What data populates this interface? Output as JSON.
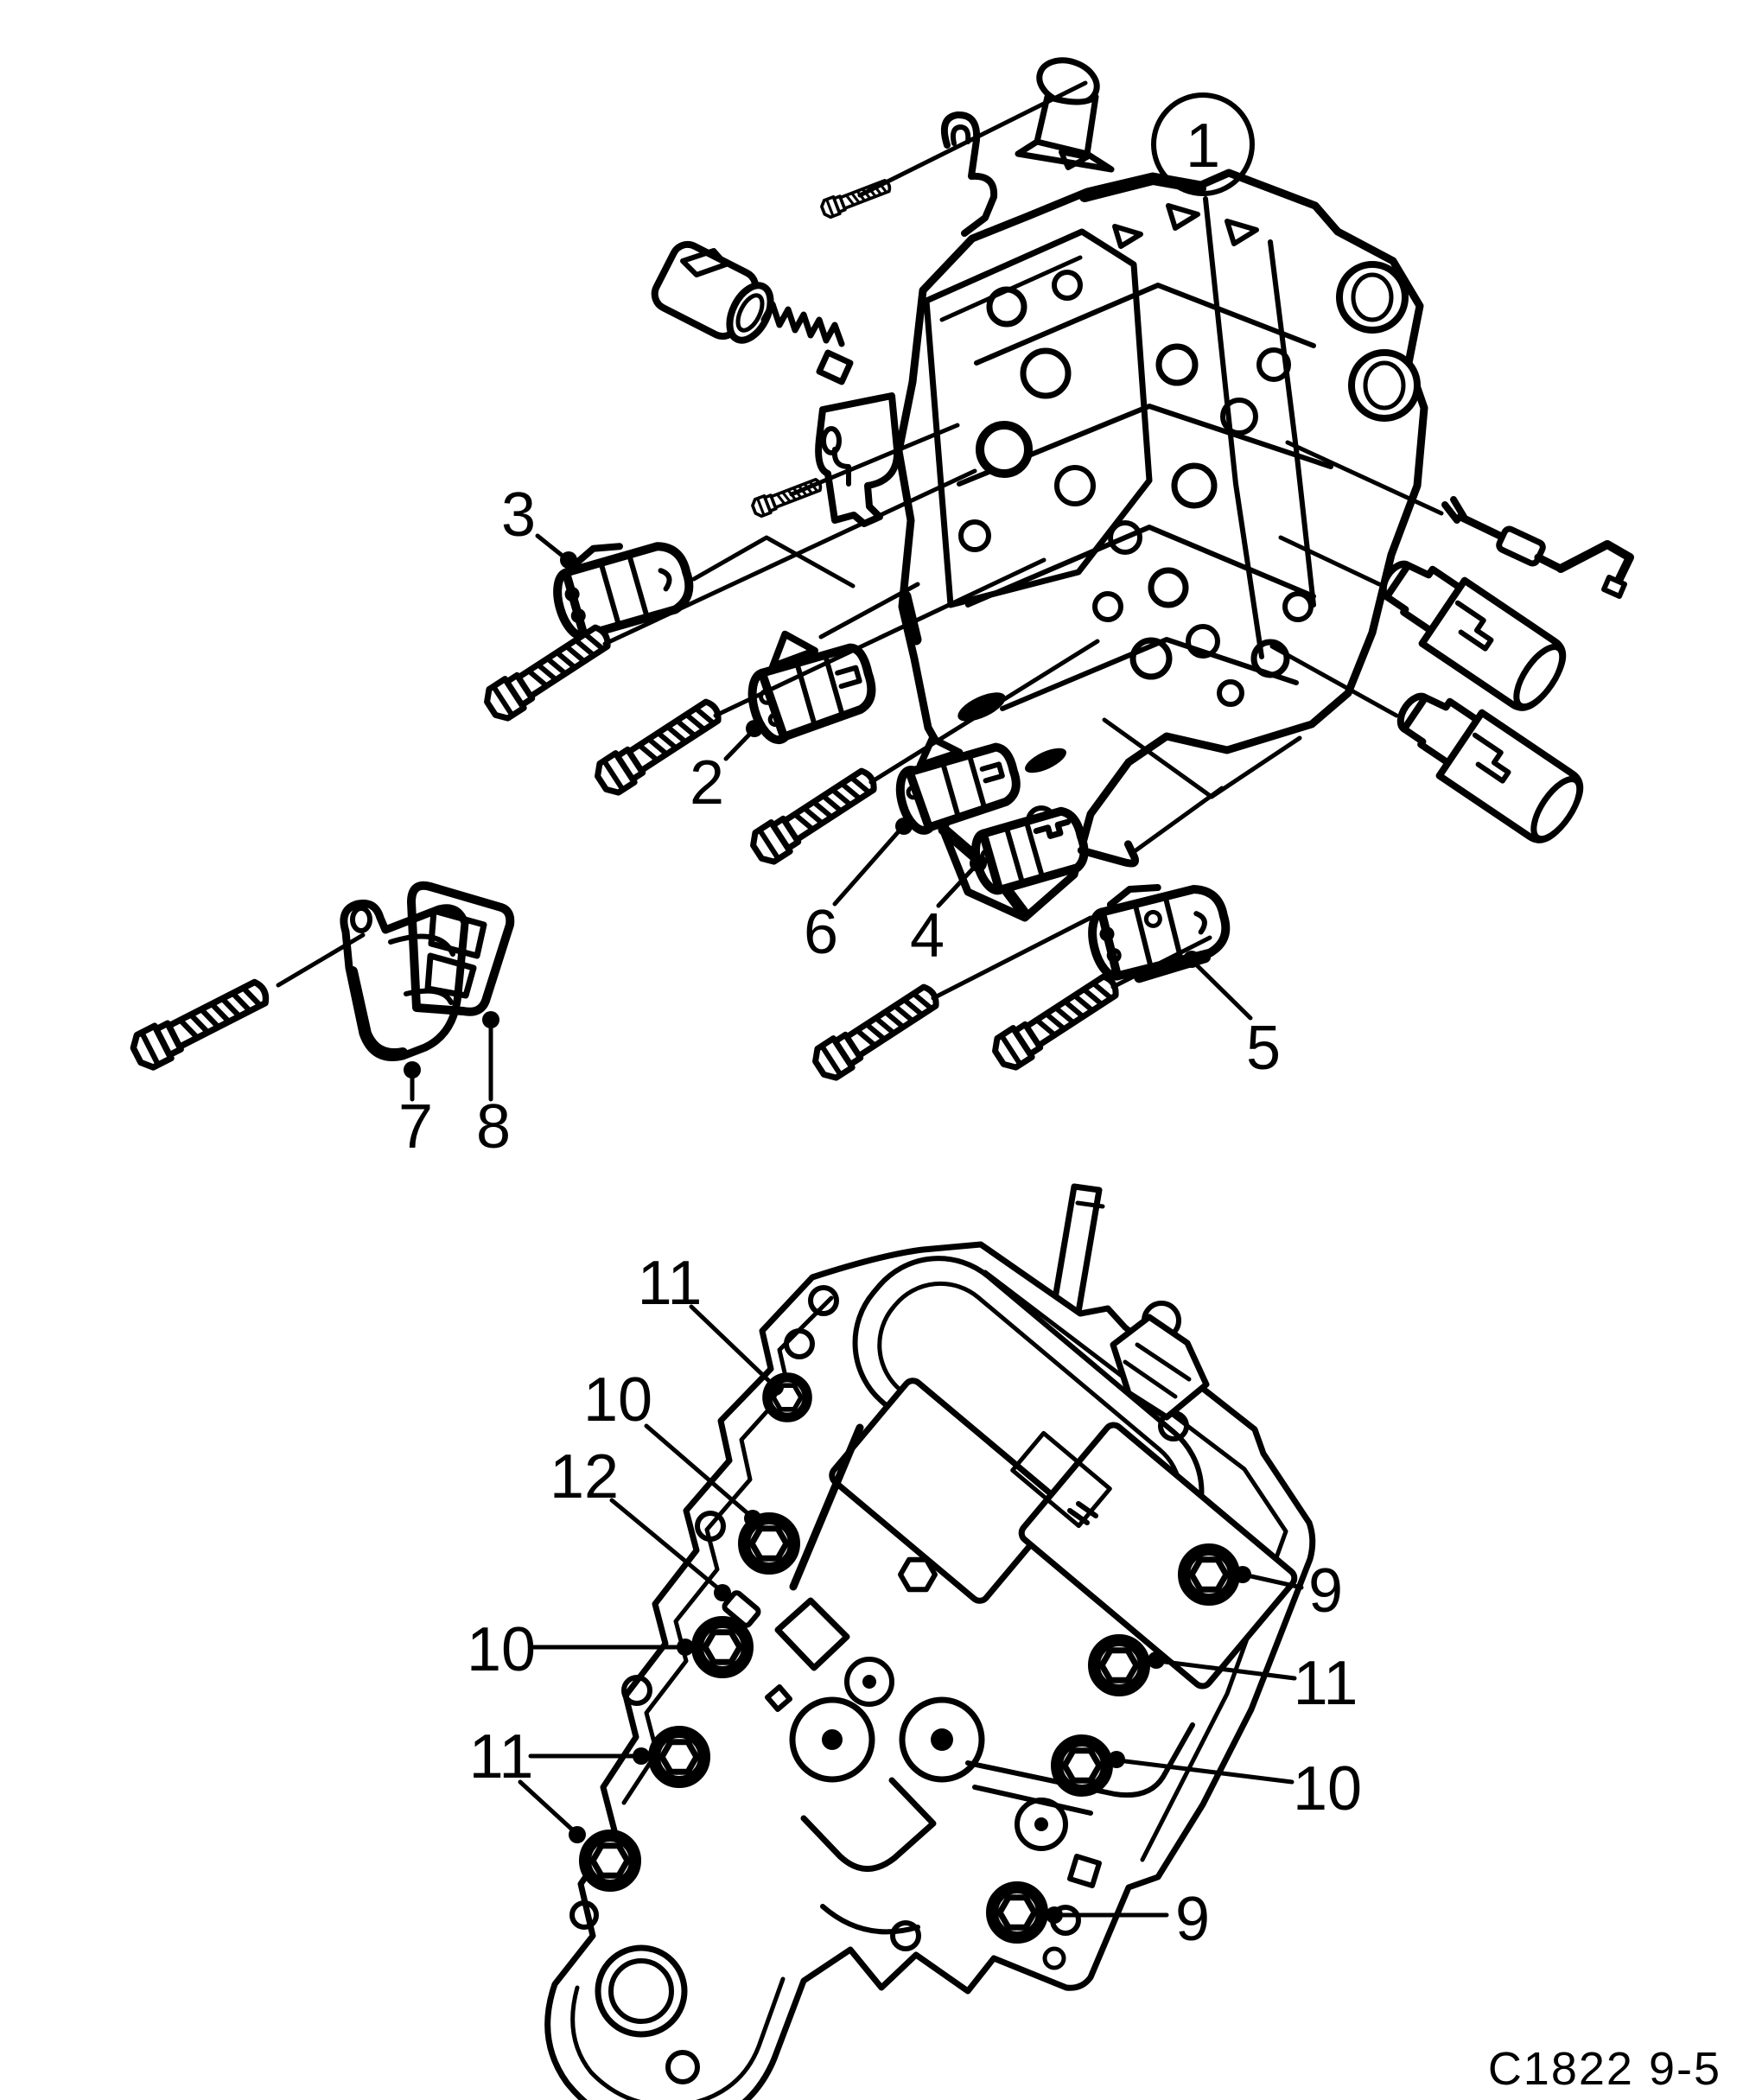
{
  "figure": {
    "caption": "C1822 9-5",
    "callouts": {
      "c1": "1",
      "c2": "2",
      "c3": "3",
      "c4": "4",
      "c5": "5",
      "c6": "6",
      "c7": "7",
      "c8": "8",
      "c12": "12",
      "c9_right": "9",
      "c9_bottom": "9",
      "c10_top": "10",
      "c10_left": "10",
      "c10_right": "10",
      "c11_top": "11",
      "c11_left": "11",
      "c11_right": "11"
    }
  }
}
